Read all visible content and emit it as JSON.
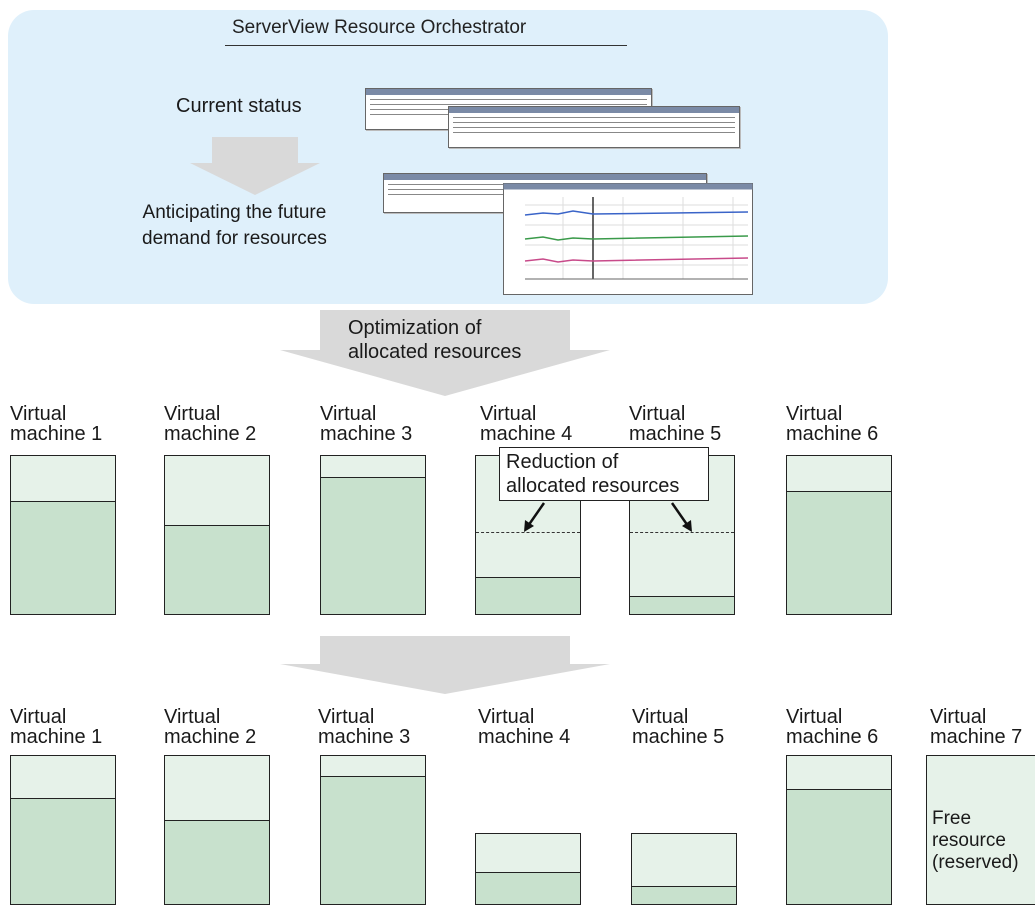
{
  "header": {
    "title": "ServerView Resource Orchestrator"
  },
  "flow": {
    "current_status": "Current status",
    "anticipating_line1": "Anticipating the future",
    "anticipating_line2": "demand for resources",
    "optimization_line1": "Optimization of",
    "optimization_line2": "allocated resources",
    "reduction_line1": "Reduction of",
    "reduction_line2": "allocated resources"
  },
  "before": [
    {
      "label": "Virtual\nmachine 1",
      "used_fraction": 0.71
    },
    {
      "label": "Virtual\nmachine 2",
      "used_fraction": 0.56
    },
    {
      "label": "Virtual\nmachine 3",
      "used_fraction": 0.86
    },
    {
      "label": "Virtual\nmachine 4",
      "used_fraction": 0.23,
      "dash_fraction": 0.51
    },
    {
      "label": "Virtual\nmachine 5",
      "used_fraction": 0.11,
      "dash_fraction": 0.51
    },
    {
      "label": "Virtual\nmachine 6",
      "used_fraction": 0.77
    }
  ],
  "after": [
    {
      "label": "Virtual\nmachine 1",
      "used_fraction": 0.71
    },
    {
      "label": "Virtual\nmachine 2",
      "used_fraction": 0.56
    },
    {
      "label": "Virtual\nmachine 3",
      "used_fraction": 0.86
    },
    {
      "label": "Virtual\nmachine 4",
      "used_fraction": 0.45
    },
    {
      "label": "Virtual\nmachine 5",
      "used_fraction": 0.24
    },
    {
      "label": "Virtual\nmachine 6",
      "used_fraction": 0.77
    },
    {
      "label": "Virtual\nmachine 7",
      "free_text": "Free\nresource\n(reserved)"
    }
  ],
  "colors": {
    "panel": "#dff0fb",
    "used": "#c8e1cd",
    "free": "#e6f2e9",
    "arrow": "#d9d9d9"
  }
}
